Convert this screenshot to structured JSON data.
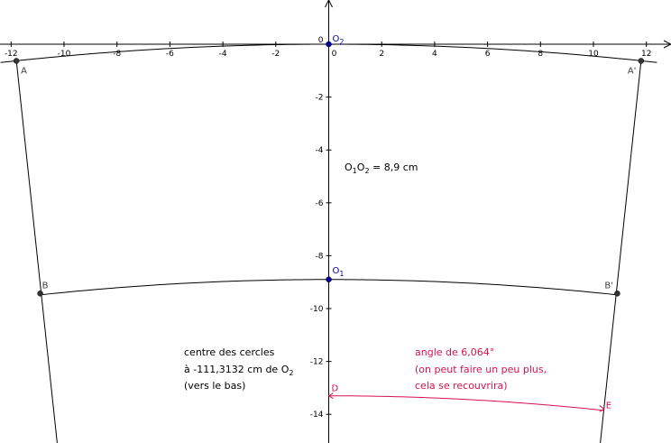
{
  "colors": {
    "background": "#ffffff",
    "axis": "#000000",
    "construction": "#000000",
    "point": "#333333",
    "origin_point": "#0000a0",
    "highlight": "#d4134f",
    "point_label": "#404040",
    "origin_label": "#0000a0"
  },
  "axes": {
    "x_ticks": [
      "-12",
      "-10",
      "-8",
      "-6",
      "-4",
      "-2",
      "0",
      "2",
      "4",
      "6",
      "8",
      "10",
      "12"
    ],
    "y_ticks": [
      "0",
      "-2",
      "-4",
      "-6",
      "-8",
      "-10",
      "-12",
      "-14"
    ],
    "x_range": [
      -12.4,
      12.8
    ],
    "y_range": [
      -14.8,
      1.7
    ]
  },
  "circle_center": {
    "x": 0,
    "y": -111.3132
  },
  "points": {
    "O2": {
      "label": "O",
      "sub": "2",
      "x": 0,
      "y": 0
    },
    "O1": {
      "label": "O",
      "sub": "1",
      "x": 0,
      "y": -8.9
    },
    "A": {
      "label": "A",
      "x": -11.8,
      "y": -0.63
    },
    "A'": {
      "label": "A'",
      "x": 11.8,
      "y": -0.63
    },
    "B": {
      "label": "B",
      "x": -10.9,
      "y": -9.43
    },
    "B'": {
      "label": "B'",
      "x": 10.9,
      "y": -9.43
    },
    "D": {
      "label": "D",
      "x": 0,
      "y": -13.3
    },
    "E": {
      "label": "E",
      "x": 10.4,
      "y": -13.8
    }
  },
  "texts": {
    "distance_parts": [
      "O",
      "1",
      "O",
      "2",
      " = 8,9 cm"
    ],
    "center_line1": "centre des cercles",
    "center_line2_prefix": "à -111,3132 cm de O",
    "center_line2_sub": "2",
    "center_line3": "(vers le bas)",
    "angle_line1": "angle de 6,064°",
    "angle_line2": "(on peut faire un peu plus,",
    "angle_line3": "cela se recouvrira)"
  }
}
